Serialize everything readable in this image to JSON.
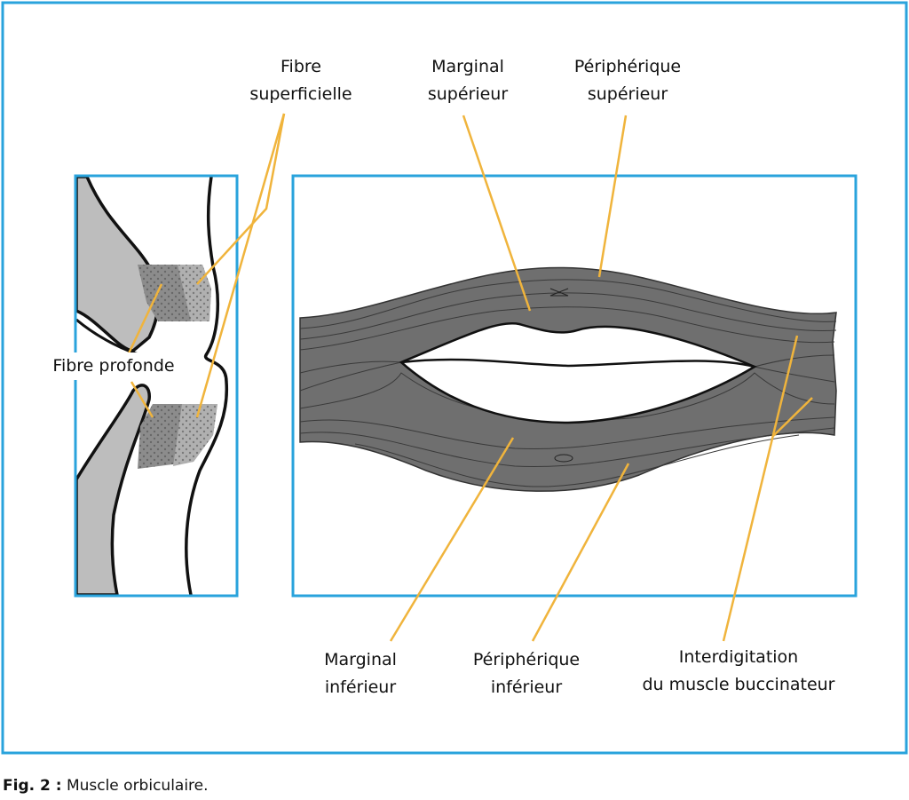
{
  "colors": {
    "frame": "#29a3dc",
    "leader": "#f0b43c",
    "muscle": "#6f6f6f",
    "tissue": "#bdbdbd"
  },
  "labels": {
    "fibre_superficielle": [
      "Fibre",
      "superficielle"
    ],
    "marginal_superieur": [
      "Marginal",
      "supérieur"
    ],
    "peripherique_superieur": [
      "Périphérique",
      "supérieur"
    ],
    "fibre_profonde": "Fibre profonde",
    "marginal_inferieur": [
      "Marginal",
      "inférieur"
    ],
    "peripherique_inferieur": [
      "Périphérique",
      "inférieur"
    ],
    "interdigitation": [
      "Interdigitation",
      "du muscle buccinateur"
    ]
  },
  "caption": {
    "prefix": "Fig. 2 :",
    "text": "Muscle orbiculaire."
  }
}
